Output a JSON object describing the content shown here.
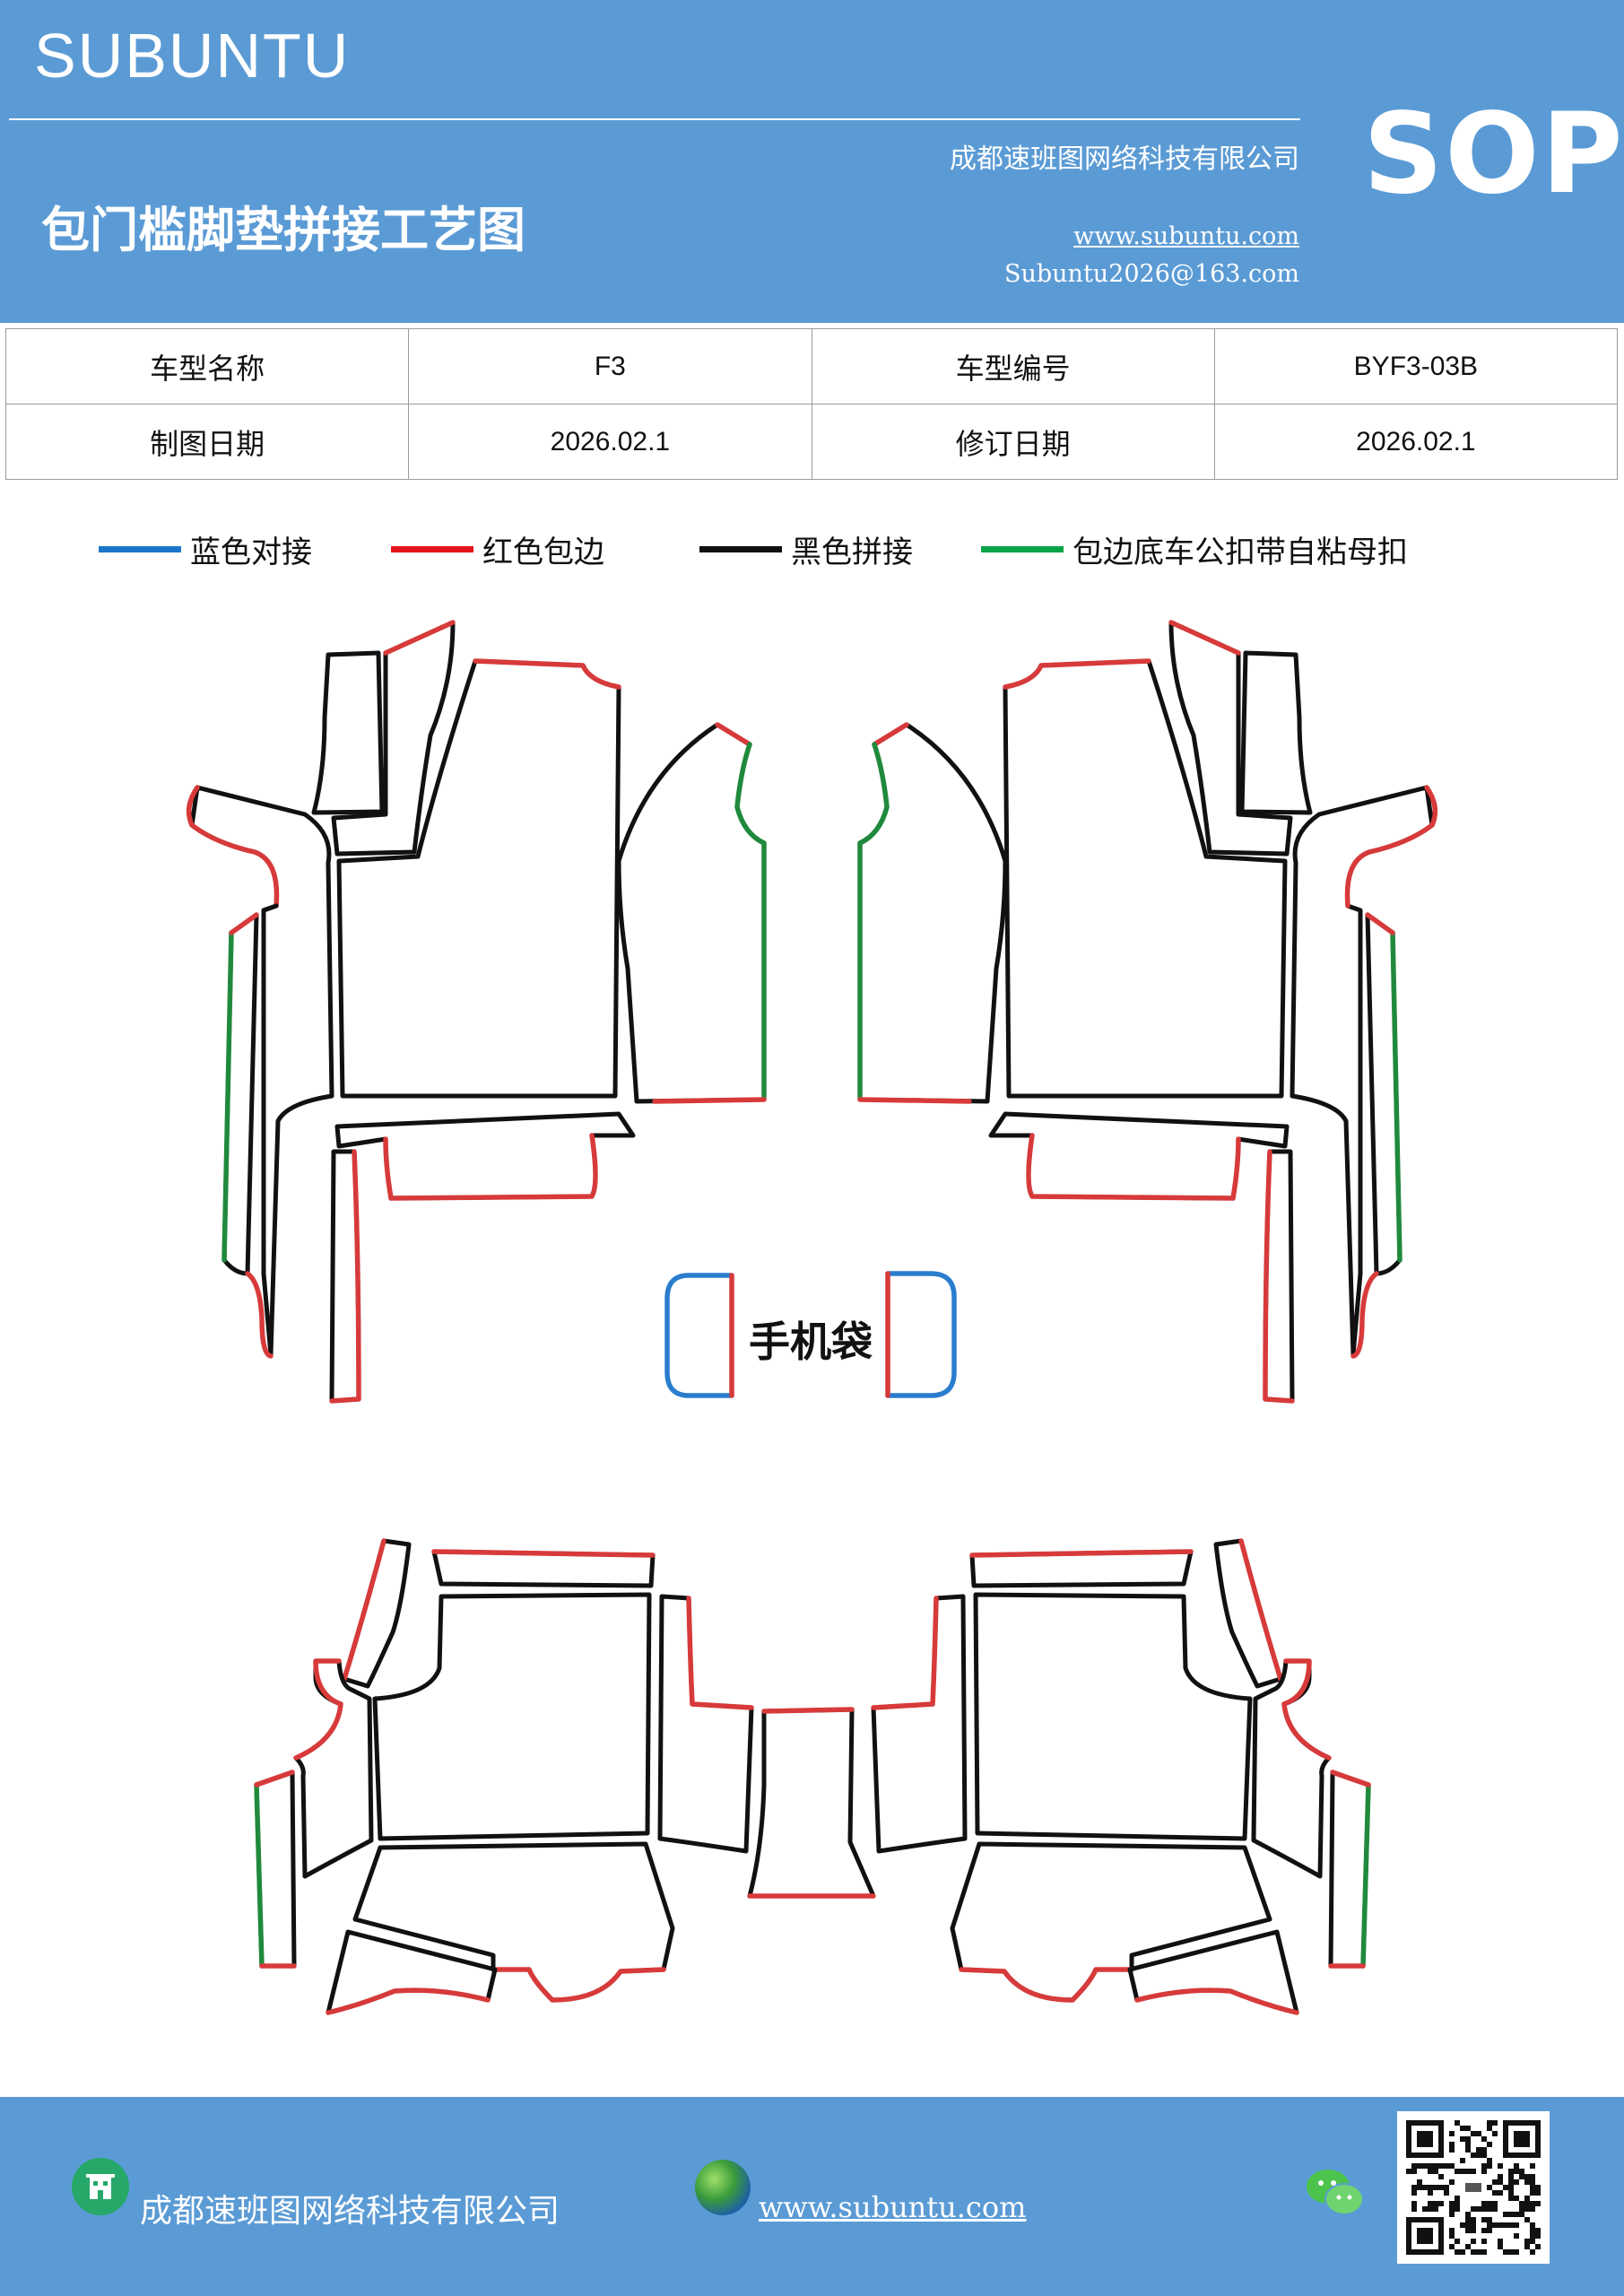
{
  "header": {
    "brand": "SUBUNTU",
    "company": "成都速班图网络科技有限公司",
    "title": "包门槛脚垫拼接工艺图",
    "website": "www.subuntu.com",
    "email": "Subuntu2026@163.com",
    "badge": "SOP",
    "background_color": "#5b9bd5"
  },
  "info_table": {
    "rows": [
      [
        {
          "label": "车型名称",
          "value": "F3"
        },
        {
          "label": "车型编号",
          "value": "BYF3-03B"
        }
      ],
      [
        {
          "label": "制图日期",
          "value": "2026.02.1"
        },
        {
          "label": "修订日期",
          "value": "2026.02.1"
        }
      ]
    ]
  },
  "legend": [
    {
      "label": "蓝色对接",
      "color": "#1b75c9"
    },
    {
      "label": "红色包边",
      "color": "#e3141b"
    },
    {
      "label": "黑色拼接",
      "color": "#111111"
    },
    {
      "label": "包边底车公扣带自粘母扣",
      "color": "#08a348"
    }
  ],
  "diagram": {
    "phone_pocket_label": "手机袋",
    "edge_colors": {
      "blue": "#2a7dce",
      "red": "#d73a3a",
      "black": "#111111",
      "green": "#208a3c"
    }
  },
  "footer": {
    "company": "成都速班图网络科技有限公司",
    "website": "www.subuntu.com",
    "icons": [
      "building-icon",
      "globe-icon",
      "wechat-icon",
      "qr-code"
    ]
  }
}
